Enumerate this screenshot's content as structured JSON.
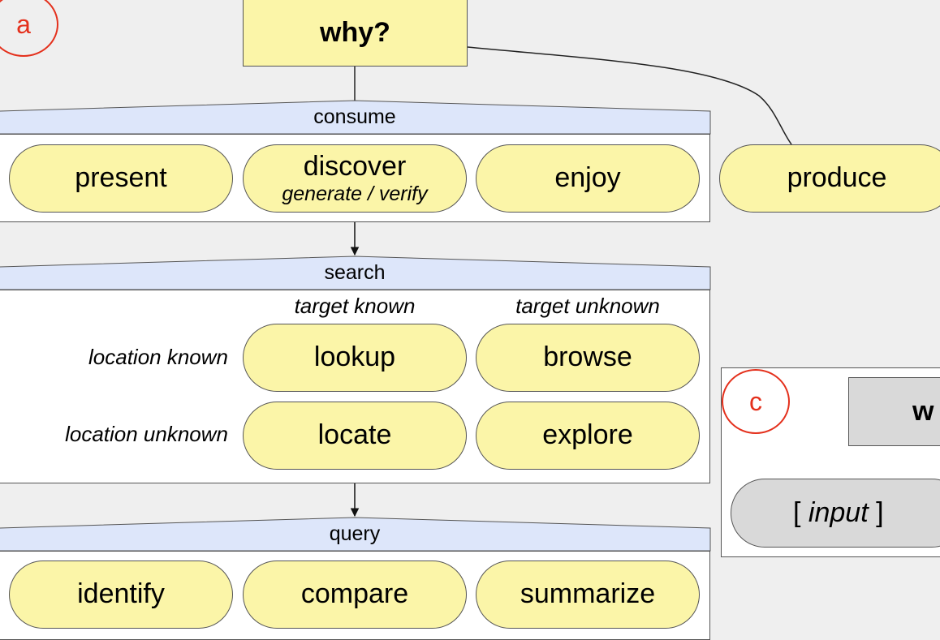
{
  "panel_a": {
    "marker": "a",
    "root": "why?",
    "consume": {
      "header": "consume",
      "items": [
        {
          "label": "present",
          "sub": ""
        },
        {
          "label": "discover",
          "sub": "generate / verify"
        },
        {
          "label": "enjoy",
          "sub": ""
        }
      ]
    },
    "produce": "produce",
    "search": {
      "header": "search",
      "col_labels": [
        "target known",
        "target unknown"
      ],
      "row_labels": [
        "location known",
        "location unknown"
      ],
      "cells": [
        "lookup",
        "browse",
        "locate",
        "explore"
      ]
    },
    "query": {
      "header": "query",
      "items": [
        "identify",
        "compare",
        "summarize"
      ]
    }
  },
  "panel_c": {
    "marker": "c",
    "root_partial": "w",
    "input_open": "[ ",
    "input_word": "input",
    "input_close": " ]"
  },
  "colors": {
    "node_fill": "#fbf5a8",
    "header_fill": "#dde6fa",
    "marker": "#e4301c",
    "gray_fill": "#d9d9d9"
  }
}
